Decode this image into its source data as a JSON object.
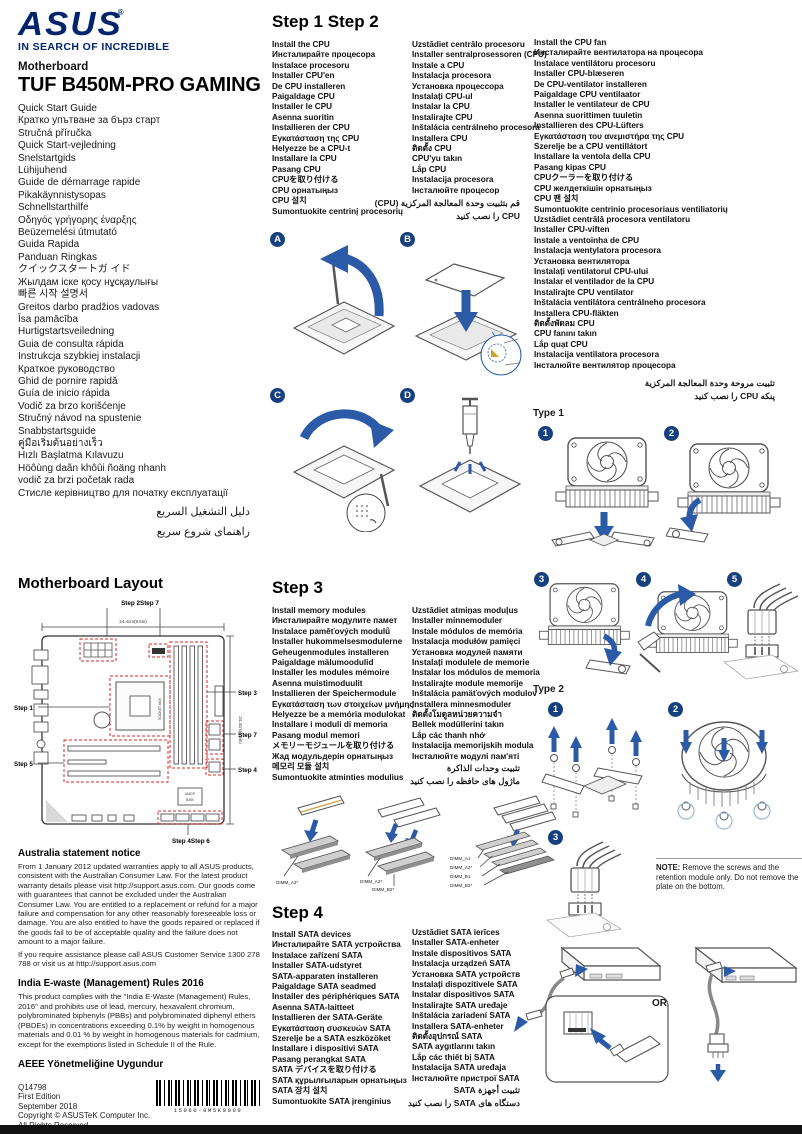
{
  "header": {
    "brand": "ASUS",
    "brand_reg": "®",
    "tagline": "IN SEARCH OF INCREDIBLE",
    "category": "Motherboard",
    "product": "TUF B450M-PRO GAMING"
  },
  "languages": {
    "ltr": [
      "Quick Start Guide",
      "Кратко упътване за бърз старт",
      "Stručná příručka",
      "Quick Start-vejledning",
      "Snelstartgids",
      "Lühijuhend",
      "Guide de démarrage rapide",
      "Pikakäynnistysopas",
      "Schnellstarthilfe",
      "Οδηγός γρήγορης έναρξης",
      "Beüzemelési útmutató",
      "Guida Rapida",
      "Panduan Ringkas",
      "クイックスタートガ イド",
      "Жылдам іске қосу нұсқаулығы",
      "빠른 시작 설명서",
      "Greitos darbo pradžios vadovas",
      "Īsa pamācība",
      "Hurtigstartsveiledning",
      "Guia de consulta rápida",
      "Instrukcja szybkiej instalacji",
      "Краткое руководство",
      "Ghid de pornire rapidă",
      "Guía de inicio rápida",
      "Vodič za brzo korišćenje",
      "Stručný návod na spustenie",
      "Snabbstartsguide",
      "คู่มือเริ่มต้นอย่างเร็ว",
      "Hızlı Başlatma Kılavuzu",
      "Höôùng daãn khôûi ñoäng nhanh",
      "vodič za brzi početak rada",
      "Стисле керівництво для початку експлуатації"
    ],
    "rtl": [
      "دليل التشغيل السريع",
      "راهنمای شروع سریع"
    ]
  },
  "steps12": {
    "title": "Step 1 Step 2",
    "col1": [
      "Install the CPU",
      "Инсталирайте процесора",
      "Instalace procesoru",
      "Installer CPU'en",
      "De CPU installeren",
      "Paigaldage CPU",
      "Installer le CPU",
      "Asenna suoritin",
      "Installieren der CPU",
      "Εγκατάσταση της CPU",
      "Helyezze be a CPU-t",
      "Installare la CPU",
      "Pasang CPU",
      "CPUを取り付ける",
      "CPU орнатыңыз",
      "CPU 설치",
      "Sumontuokite centrinį procesorių"
    ],
    "col2": [
      "Uzstādiet centrālo procesoru",
      "Installer sentralprosessoren (CPU)",
      "Instale a CPU",
      "Instalacja procesora",
      "Установка процессора",
      "Instalați CPU-ul",
      "Instalar la CPU",
      "Instalirajte CPU",
      "Inštalácia centrálneho procesora",
      "Installera CPU",
      "ติดตั้ง CPU",
      "CPU'yu takın",
      "Lắp CPU",
      "Instalacija procesora",
      "Інсталюйте процесор"
    ],
    "col2_rtl": [
      "قم بتثبيت وحدة المعالجة المركزية (CPU)",
      "CPU را نصب کنید"
    ],
    "diagram_labels": [
      "A",
      "B",
      "C",
      "D"
    ]
  },
  "cpu_fan": {
    "col": [
      "Install the CPU fan",
      "Инсталирайте вентилатора на процесора",
      "Instalace ventilátoru procesoru",
      "Installer CPU-blæseren",
      "De CPU-ventilator installeren",
      "Paigaldage CPU ventilaator",
      "Installer le ventilateur de CPU",
      "Asenna suorittimen tuuletin",
      "Installieren des CPU-Lüfters",
      "Εγκατάσταση του ανεμιστήρα της CPU",
      "Szerelje be a CPU ventillátort",
      "Installare la ventola della CPU",
      "Pasang kipas CPU",
      "CPUクーラーを取り付ける",
      "CPU желдеткішін орнатыңыз",
      "CPU 팬 설치",
      "Sumontuokite centrinio procesoriaus ventiliatorių",
      "Uzstādiet centrālā procesora ventilatoru",
      "Installer CPU-viften",
      "Instale a ventoinha de CPU",
      "Instalacja wentylatora procesora",
      "Установка вентилятора",
      "Instalați ventilatorul CPU-ului",
      "Instalar el ventilador de la CPU",
      "Instalirajte CPU ventilator",
      "Inštalácia ventilátora centrálneho procesora",
      "Installera CPU-fläkten",
      "ติดตั้งพัดลม CPU",
      "CPU fanını takın",
      "Lắp quạt CPU",
      "Instalacija ventilatora procesora",
      "Інсталюйте вентилятор процесора"
    ],
    "rtl": [
      "تثبيت مروحة وحدة المعالجة المركزية",
      "پنکه CPU را نصب کنید"
    ],
    "type1": "Type 1",
    "type2": "Type 2",
    "type1_steps": [
      "1",
      "2",
      "3",
      "4",
      "5"
    ],
    "type2_steps": [
      "1",
      "2",
      "3"
    ],
    "note_label": "NOTE:",
    "note_text": " Remove the screws and the retention module only. Do not remove the plate on the bottom.",
    "or": "OR"
  },
  "layout": {
    "title": "Motherboard Layout",
    "dim_h": "24.4cm(9.6in)",
    "dim_v": "24.4cm(9.6in)",
    "label_top": "Step 2Step 7",
    "label_step1": "Step 1",
    "label_step3": "Step 3",
    "label_step4": "Step 4",
    "label_step5": "Step 5",
    "label_step7": "Step 7",
    "label_bottom": "Step 4Step 6",
    "socket": "SOCKET AM4",
    "chip1": "AMD®",
    "chip2": "B450"
  },
  "step3": {
    "title": "Step 3",
    "col1": [
      "Install memory modules",
      "Инсталирайте модулите памет",
      "Instalace paměťových modulů",
      "Installer hukommelsesmodulerne",
      "Geheugenmodules installeren",
      "Paigaldage mälumoodulid",
      "Installer les modules mémoire",
      "Asenna muistimoduulit",
      "Installieren der Speichermodule",
      "Εγκατάσταση των στοιχείων μνήμης",
      "Helyezze be a memória modulokat",
      "Installare i moduli di memoria",
      "Pasang modul memori",
      "メモリーモジュールを取り付ける",
      "Жад модульдерін орнатыңыз",
      "메모리 모듈 설치",
      "Sumontuokite atminties modulius"
    ],
    "col2": [
      "Uzstādiet atmiņas moduļus",
      "Installer minnemoduler",
      "Instale módulos de memória",
      "Instalacja modułów pamięci",
      "Установка модулей памяти",
      "Instalați modulele de memorie",
      "Instalar los módulos de memoria",
      "Instalirajte module memorije",
      "Inštalácia pamäťových modulov",
      "Installera minnesmoduler",
      "ติดตั้งโมดูลหน่วยความจำ",
      "Bellek modüllerini takın",
      "Lắp các thanh nhớ",
      "Instalacija memorijskih modula",
      "Інсталюйте модулі пам'яті"
    ],
    "col2_rtl": [
      "تثبيت وحدات الذاكرة",
      "ماژول های حافظه را نصب کنید"
    ],
    "dimm1": [
      "DIMM_A2*"
    ],
    "dimm2": [
      "DIMM_A2*",
      "DIMM_B2*"
    ],
    "dimm3": [
      "DIMM_A1",
      "DIMM_A2*",
      "DIMM_B1",
      "DIMM_B2*"
    ]
  },
  "step4": {
    "title": "Step 4",
    "col1": [
      "Install SATA devices",
      "Инсталирайте SATA устройства",
      "Instalace zařízení SATA",
      "Installer SATA-udstyret",
      "SATA-apparaten installeren",
      "Paigaldage SATA seadmed",
      "Installer des périphériques SATA",
      "Asenna SATA-laitteet",
      "Installieren der SATA-Geräte",
      "Εγκατάσταση συσκευών SATA",
      "Szerelje be a SATA eszközöket",
      "Installare i dispositivi SATA",
      "Pasang perangkat SATA",
      "SATA デバイスを取り付ける",
      "SATA құрылғыларын орнатыңыз",
      "SATA 장치 설치",
      "Sumontuokite SATA įrenginius"
    ],
    "col2": [
      "Uzstādiet SATA ierīces",
      "Installer SATA-enheter",
      "Instale dispositivos SATA",
      "Instalacja urządzeń SATA",
      "Установка SATA устройств",
      "Instalați dispozitivele SATA",
      "Instalar dispositivos SATA",
      "Instalirajte SATA uređaje",
      "Inštalácia zariadení SATA",
      "Installera SATA-enheter",
      "ติดตั้งอุปกรณ์ SATA",
      "SATA aygıtlarını takın",
      "Lắp các thiết bị SATA",
      "Instalacija SATA uređaja",
      "Інсталюйте пристрої SATA"
    ],
    "col2_rtl": [
      "تثبيت أجهزة SATA",
      "دستگاه های SATA را نصب کنید"
    ]
  },
  "notices": {
    "australia_title": "Australia statement notice",
    "australia_p1": "From 1 January 2012 updated warranties apply to all ASUS products, consistent with the Australian Consumer Law. For the latest product warranty details please visit http://support.asus.com. Our goods come with guarantees that cannot be excluded under the Australian Consumer Law. You are entitled to a replacement or refund for a major failure and compensation for any other reasonably foreseeable loss or damage. You are also entitled to have the goods repaired or replaced if the goods fail to be of acceptable quality and the failure does not amount to a major failure.",
    "australia_p2": "If you require assistance please call ASUS Customer Service 1300 278 788 or visit us at http://support.asus.com",
    "india_title": "India E-waste (Management) Rules 2016",
    "india_p": "This product complies with the \"India E-Waste (Management) Rules, 2016\" and prohibits use of lead, mercury, hexavalent chromium, polybrominated biphenyls (PBBs) and polybrominated diphenyl ethers (PBDEs) in concentrations exceeding 0.1% by weight in homogenous materials and 0.01 % by weight in homogenous materials for cadmium, except for the exemptions listed in Schedule II of the Rule.",
    "aeee_title": "AEEE Yönetmeliğine Uygundur"
  },
  "footer": {
    "lines": [
      "Q14798",
      "First Edition",
      "September 2018",
      "Copyright © ASUSTeK Computer Inc.",
      "All Rights Reserved"
    ],
    "barcode": "15060-0M5K0000"
  }
}
